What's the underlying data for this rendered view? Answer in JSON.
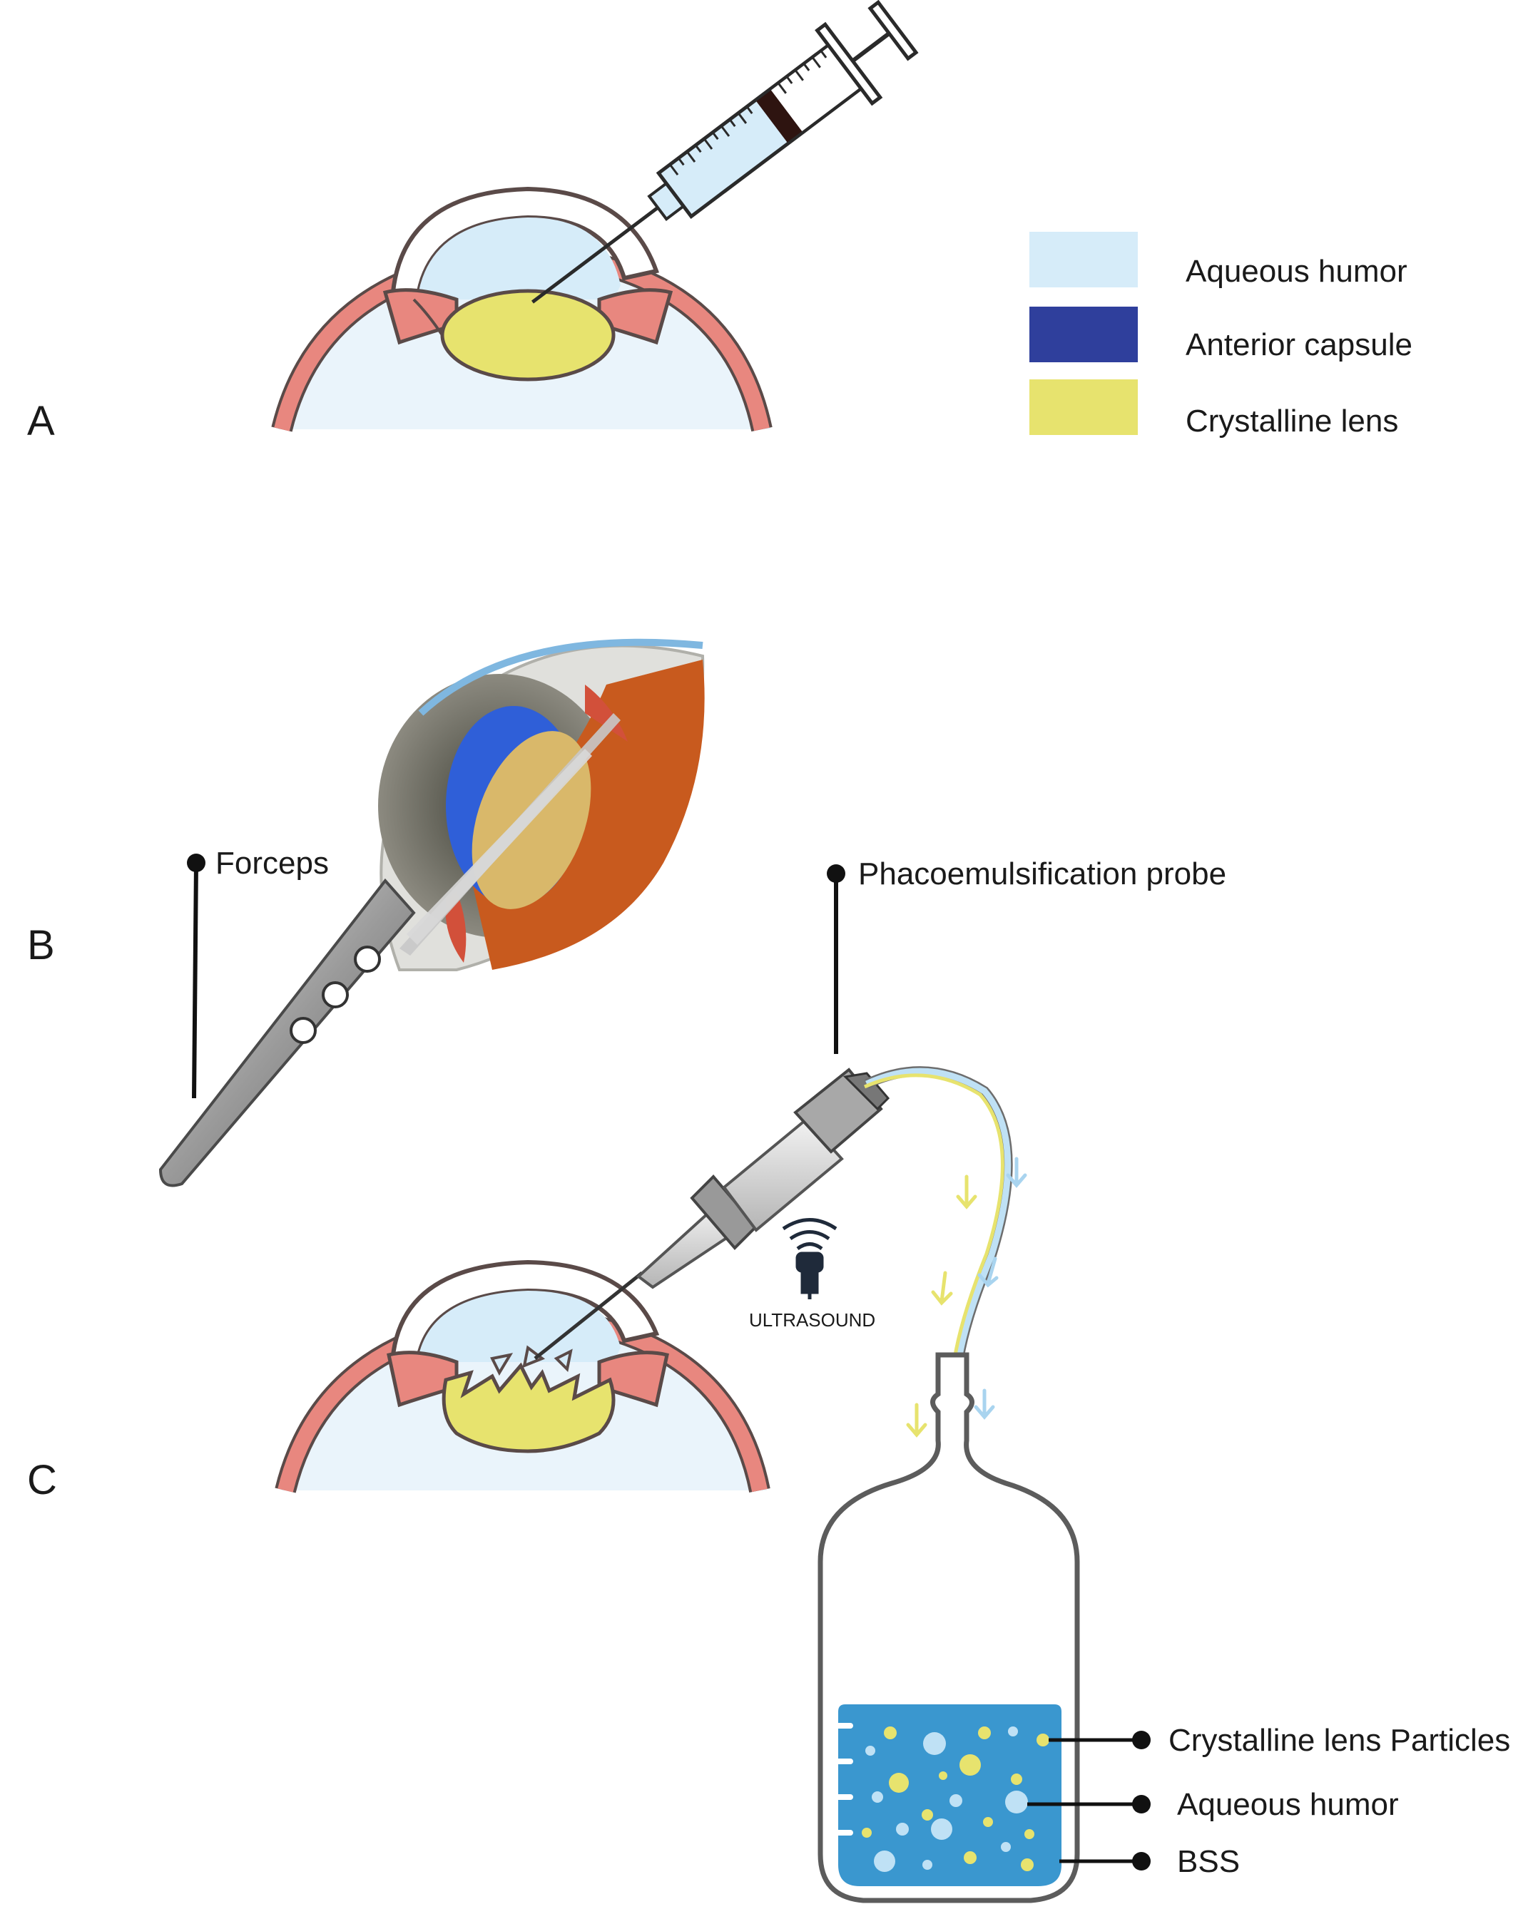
{
  "panels": {
    "a": "A",
    "b": "B",
    "c": "C"
  },
  "legend": [
    {
      "label": "Aqueous humor",
      "color": "#d6ecf9"
    },
    {
      "label": "Anterior capsule",
      "color": "#2f3f9c"
    },
    {
      "label": "Crystalline lens",
      "color": "#e7e36e"
    }
  ],
  "labels": {
    "forceps": "Forceps",
    "probe": "Phacoemulsification probe",
    "ultrasound": "ULTRASOUND",
    "particles": "Crystalline lens Particles",
    "aqueous": "Aqueous humor",
    "bss": "BSS"
  },
  "colors": {
    "aqueous": "#d6ecf9",
    "capsule": "#2f3f9c",
    "lens": "#e7e36e",
    "iris": "#e8877f",
    "bss": "#3a97cf",
    "sclera_outline": "#5a4a48"
  }
}
